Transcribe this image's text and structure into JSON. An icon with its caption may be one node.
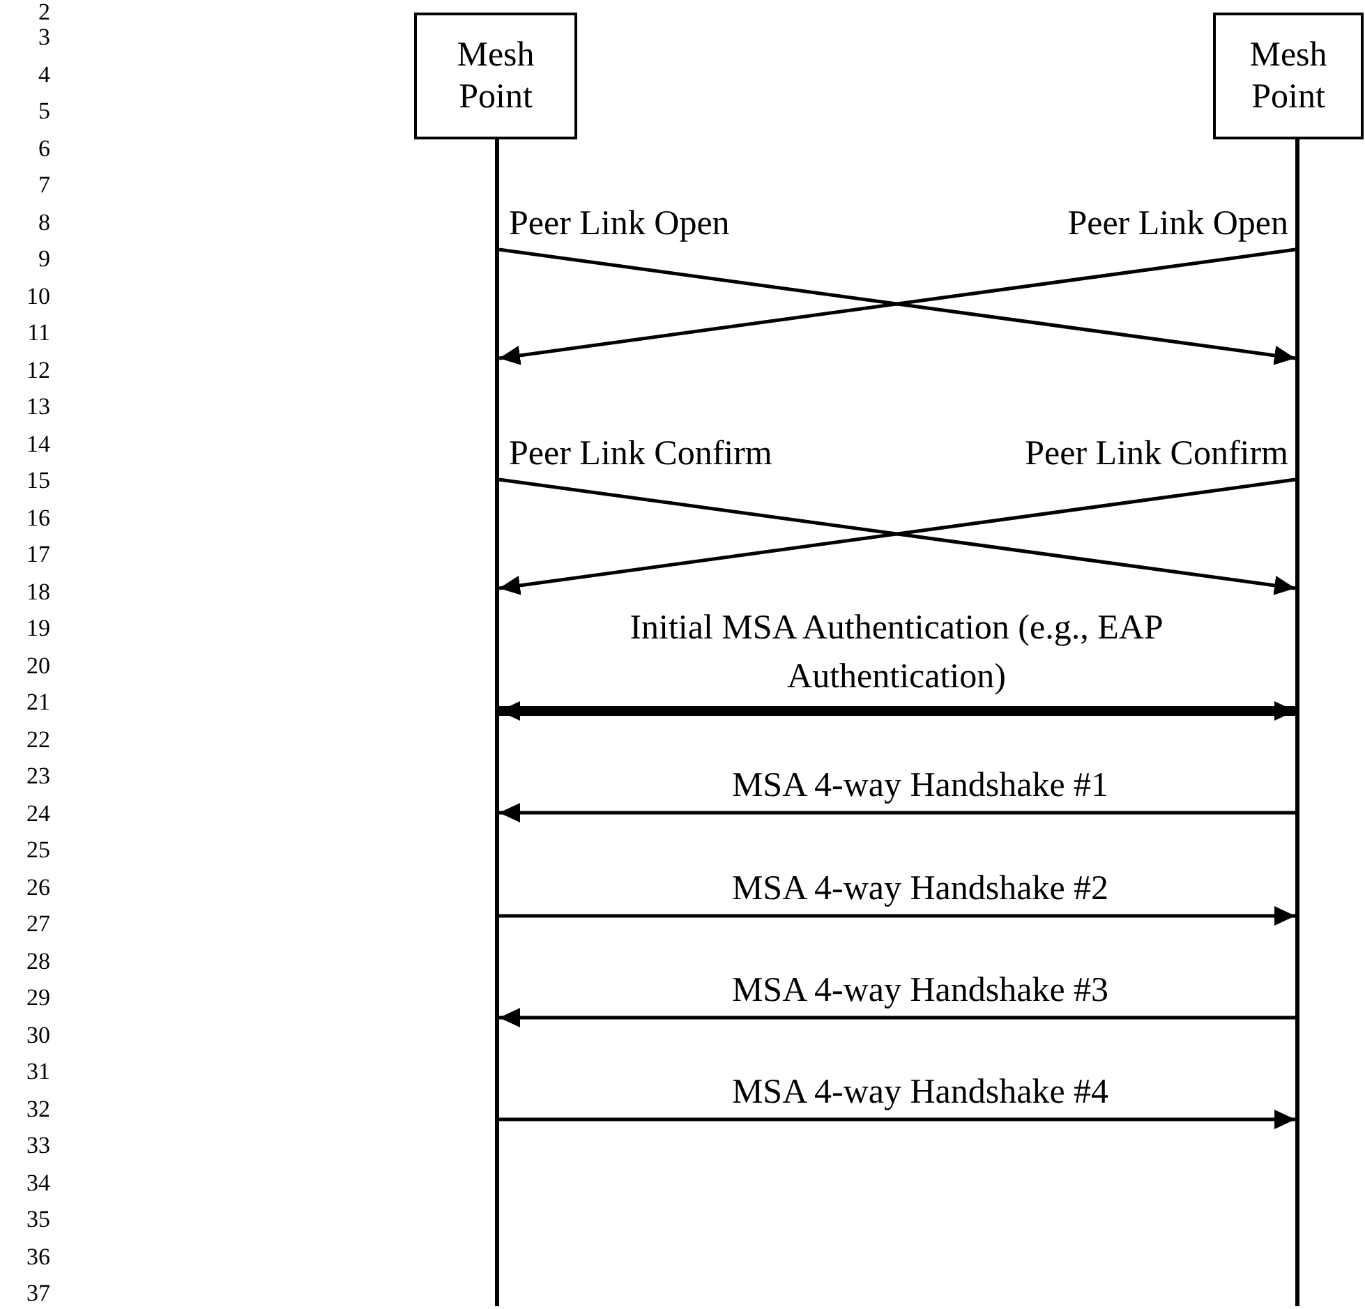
{
  "diagram": {
    "nodes": [
      {
        "text": [
          "Mesh Point"
        ]
      },
      {
        "text": [
          "Mesh Point"
        ]
      },
      {
        "text": [],
        "shape": "bar"
      },
      {
        "text": [],
        "shape": "bar"
      }
    ],
    "edges": [
      {
        "from": 2,
        "to": 3,
        "arrow": "to",
        "label": "Peer Link Open"
      },
      {
        "from": 3,
        "to": 2,
        "arrow": "to",
        "label": "Peer Link Open"
      },
      {
        "from": 2,
        "to": 3,
        "arrow": "to",
        "label": "Peer Link Confirm"
      },
      {
        "from": 3,
        "to": 2,
        "arrow": "to",
        "label": "Peer Link Confirm"
      },
      {
        "from": 2,
        "to": 3,
        "arrow": "both",
        "style": "thick",
        "label": "Initial MSA Authentication (e.g., EAP Authentication)"
      },
      {
        "from": 3,
        "to": 2,
        "arrow": "to",
        "label": "MSA 4-way Handshake #1"
      },
      {
        "from": 2,
        "to": 3,
        "arrow": "to",
        "label": "MSA 4-way Handshake #2"
      },
      {
        "from": 3,
        "to": 2,
        "arrow": "to",
        "label": "MSA 4-way Handshake #3"
      },
      {
        "from": 2,
        "to": 3,
        "arrow": "to",
        "label": "MSA 4-way Handshake #4"
      }
    ],
    "labels": [
      "2",
      "3",
      "4",
      "5",
      "6",
      "7",
      "8",
      "9",
      "10",
      "11",
      "12",
      "13",
      "14",
      "15",
      "16",
      "17",
      "18",
      "19",
      "20",
      "21",
      "22",
      "23",
      "24",
      "25",
      "26",
      "27",
      "28",
      "29",
      "30",
      "31",
      "32",
      "33",
      "34",
      "35",
      "36",
      "37"
    ]
  }
}
